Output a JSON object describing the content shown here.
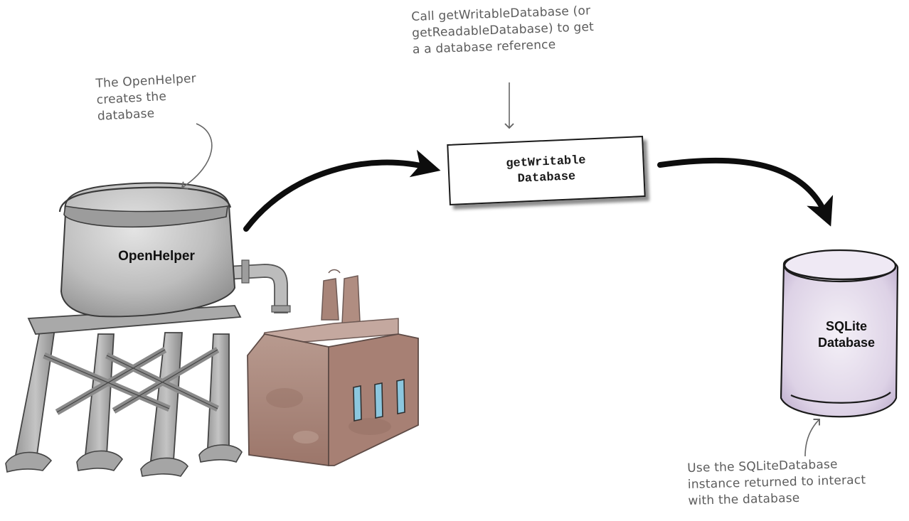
{
  "annotations": {
    "openhelper_note": [
      "The OpenHelper",
      "creates the",
      "database"
    ],
    "getdb_note": [
      "Call getWritableDatabase (or",
      "getReadableDatabase) to get",
      "a a database reference"
    ],
    "sqlite_note": [
      "Use the SQLiteDatabase",
      "instance returned to interact",
      "with the database"
    ]
  },
  "nodes": {
    "openhelper": {
      "label": "OpenHelper"
    },
    "method_box": {
      "line1": "getWritable",
      "line2": "Database"
    },
    "sqlite": {
      "line1": "SQLite",
      "line2": "Database"
    }
  },
  "colors": {
    "arrow": "#0d0d0d",
    "note_text": "#5c5c5c",
    "tank_gray": "#b9b9b9",
    "factory_brick": "#a9847a",
    "window_blue": "#8cc7df",
    "cylinder_purple": "#d9cfe2"
  },
  "icons": [
    "factory-illustration",
    "database-cylinder-icon",
    "arrow-icon"
  ]
}
